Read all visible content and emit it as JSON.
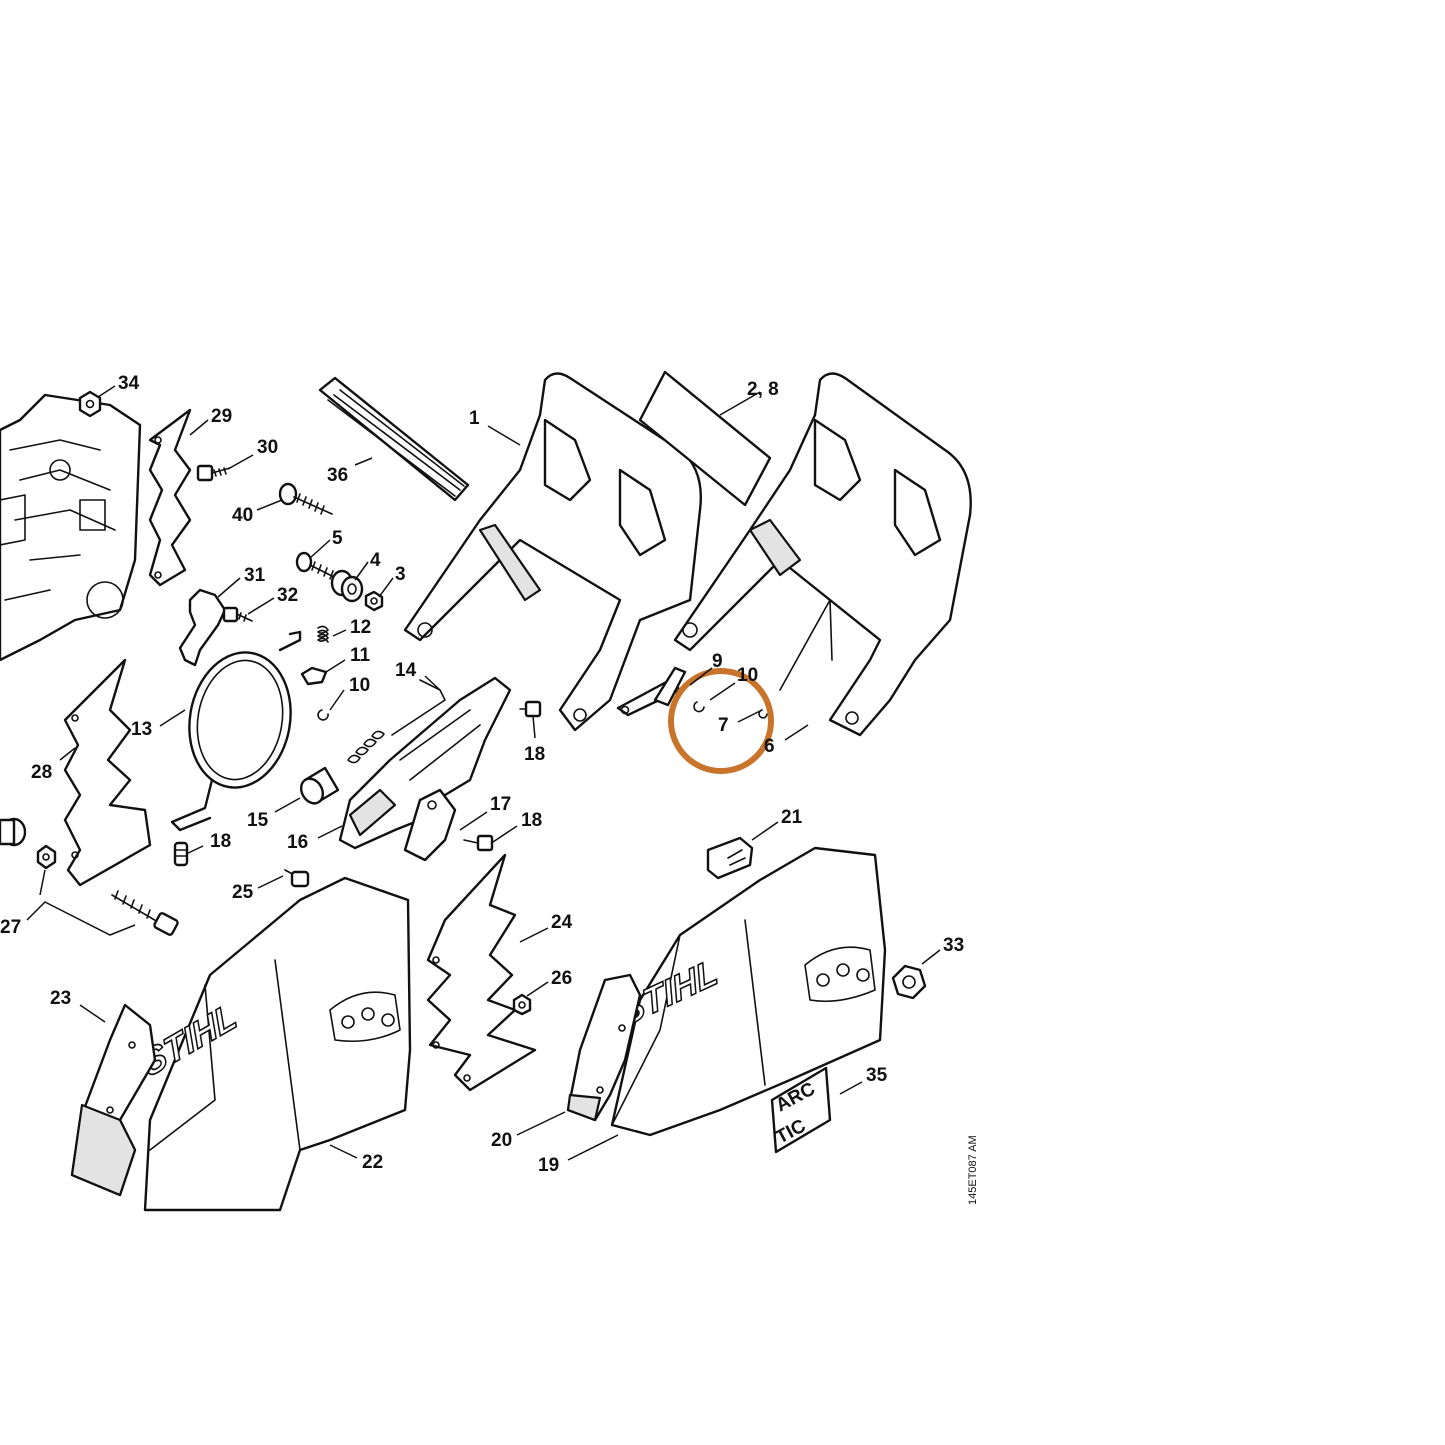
{
  "callouts": [
    {
      "id": "1",
      "text": "1"
    },
    {
      "id": "2-8",
      "text": "2, 8"
    },
    {
      "id": "3",
      "text": "3"
    },
    {
      "id": "4",
      "text": "4"
    },
    {
      "id": "5",
      "text": "5"
    },
    {
      "id": "6",
      "text": "6"
    },
    {
      "id": "7",
      "text": "7"
    },
    {
      "id": "9",
      "text": "9"
    },
    {
      "id": "10a",
      "text": "10"
    },
    {
      "id": "10b",
      "text": "10"
    },
    {
      "id": "11",
      "text": "11"
    },
    {
      "id": "12",
      "text": "12"
    },
    {
      "id": "13",
      "text": "13"
    },
    {
      "id": "14",
      "text": "14"
    },
    {
      "id": "15",
      "text": "15"
    },
    {
      "id": "16",
      "text": "16"
    },
    {
      "id": "17",
      "text": "17"
    },
    {
      "id": "18a",
      "text": "18"
    },
    {
      "id": "18b",
      "text": "18"
    },
    {
      "id": "18c",
      "text": "18"
    },
    {
      "id": "19",
      "text": "19"
    },
    {
      "id": "20",
      "text": "20"
    },
    {
      "id": "21",
      "text": "21"
    },
    {
      "id": "22",
      "text": "22"
    },
    {
      "id": "23",
      "text": "23"
    },
    {
      "id": "24",
      "text": "24"
    },
    {
      "id": "25",
      "text": "25"
    },
    {
      "id": "26",
      "text": "26"
    },
    {
      "id": "27",
      "text": "27"
    },
    {
      "id": "28",
      "text": "28"
    },
    {
      "id": "29",
      "text": "29"
    },
    {
      "id": "30",
      "text": "30"
    },
    {
      "id": "31",
      "text": "31"
    },
    {
      "id": "32",
      "text": "32"
    },
    {
      "id": "33",
      "text": "33"
    },
    {
      "id": "34",
      "text": "34"
    },
    {
      "id": "35",
      "text": "35"
    },
    {
      "id": "36",
      "text": "36"
    },
    {
      "id": "40",
      "text": "40"
    }
  ],
  "brand_text": "STIHL",
  "arctic_badge": {
    "line1": "ARC",
    "line2": "TIC"
  },
  "drawing_number": "145ET087 AM",
  "highlight": {
    "callout": "7",
    "color": "#c8742a"
  }
}
